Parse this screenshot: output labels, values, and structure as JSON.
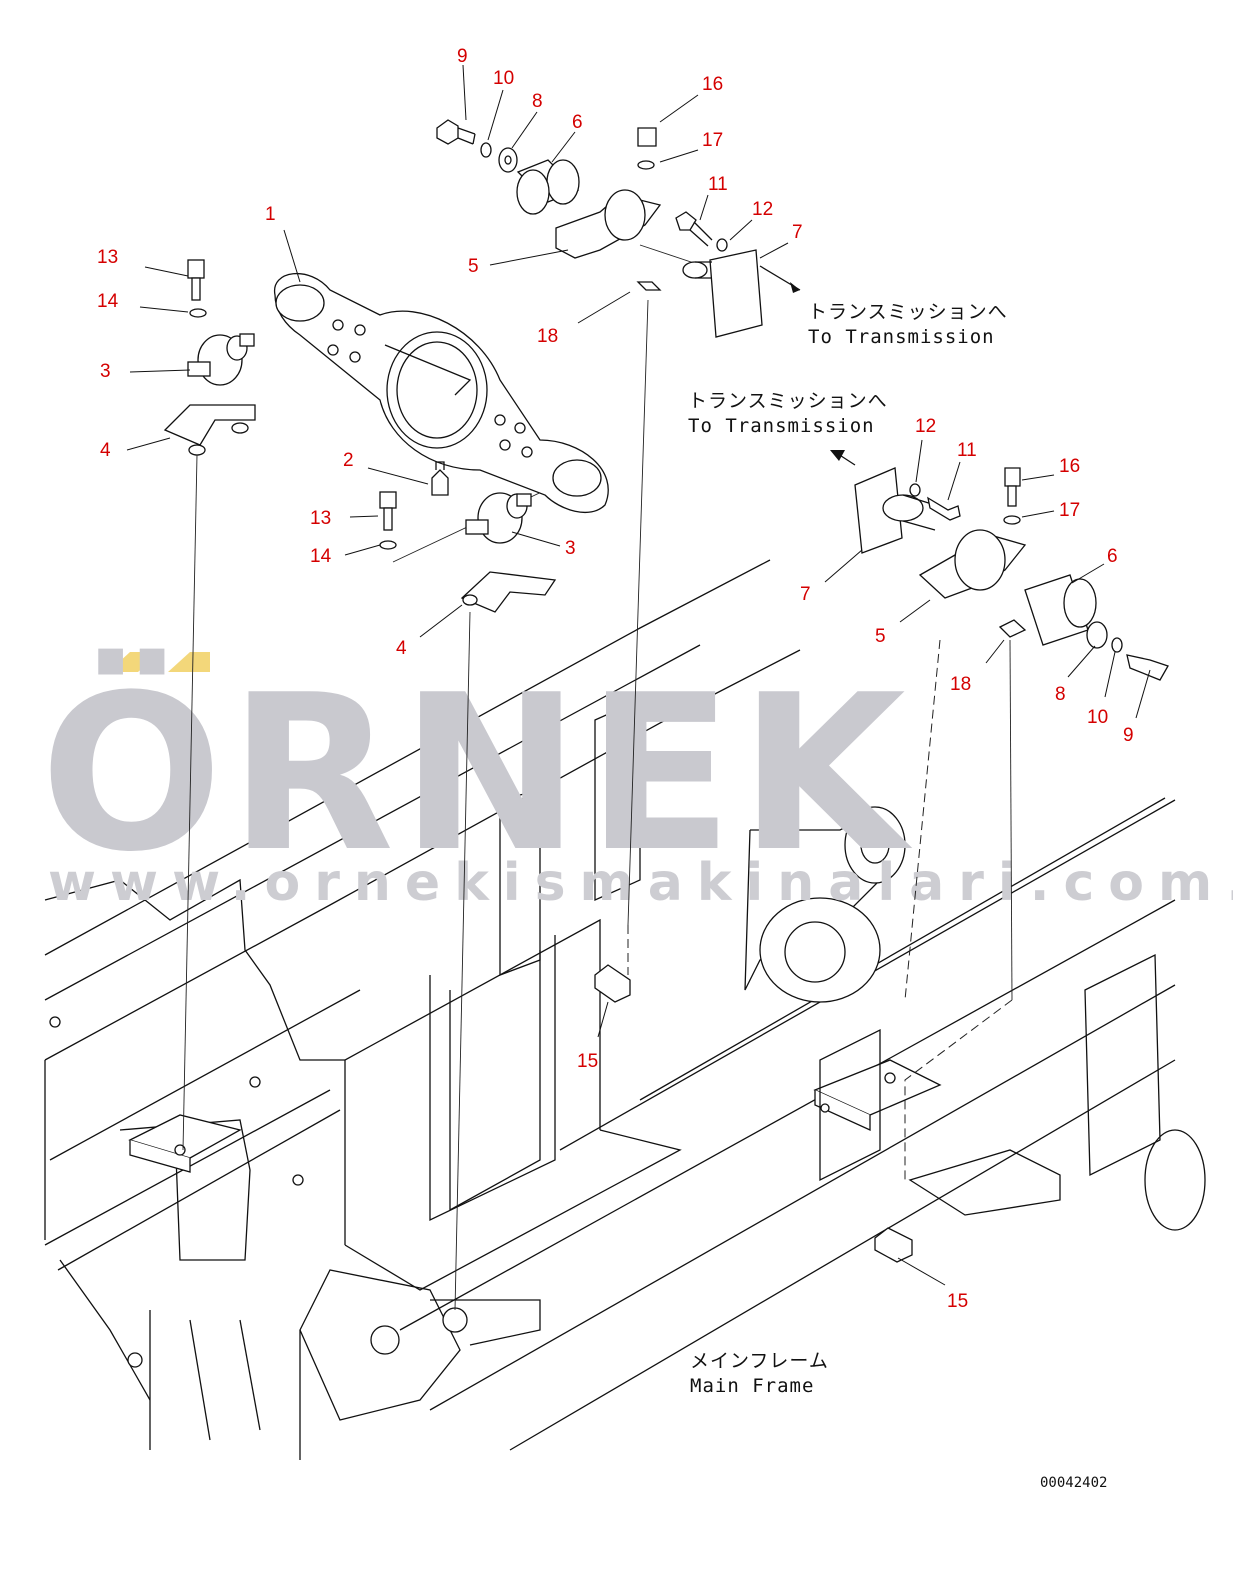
{
  "diagram": {
    "callouts": [
      {
        "id": "c9a",
        "text": "9"
      },
      {
        "id": "c10a",
        "text": "10"
      },
      {
        "id": "c8a",
        "text": "8"
      },
      {
        "id": "c6a",
        "text": "6"
      },
      {
        "id": "c16a",
        "text": "16"
      },
      {
        "id": "c17a",
        "text": "17"
      },
      {
        "id": "c11a",
        "text": "11"
      },
      {
        "id": "c12a",
        "text": "12"
      },
      {
        "id": "c7a",
        "text": "7"
      },
      {
        "id": "c5a",
        "text": "5"
      },
      {
        "id": "c18a",
        "text": "18"
      },
      {
        "id": "c1",
        "text": "1"
      },
      {
        "id": "c13a",
        "text": "13"
      },
      {
        "id": "c14a",
        "text": "14"
      },
      {
        "id": "c3a",
        "text": "3"
      },
      {
        "id": "c4a",
        "text": "4"
      },
      {
        "id": "c2",
        "text": "2"
      },
      {
        "id": "c13b",
        "text": "13"
      },
      {
        "id": "c14b",
        "text": "14"
      },
      {
        "id": "c3b",
        "text": "3"
      },
      {
        "id": "c4b",
        "text": "4"
      },
      {
        "id": "c12b",
        "text": "12"
      },
      {
        "id": "c11b",
        "text": "11"
      },
      {
        "id": "c16b",
        "text": "16"
      },
      {
        "id": "c17b",
        "text": "17"
      },
      {
        "id": "c6b",
        "text": "6"
      },
      {
        "id": "c7b",
        "text": "7"
      },
      {
        "id": "c5b",
        "text": "5"
      },
      {
        "id": "c18b",
        "text": "18"
      },
      {
        "id": "c8b",
        "text": "8"
      },
      {
        "id": "c10b",
        "text": "10"
      },
      {
        "id": "c9b",
        "text": "9"
      },
      {
        "id": "c15a",
        "text": "15"
      },
      {
        "id": "c15b",
        "text": "15"
      }
    ],
    "notes": {
      "transmission_jp": "トランスミッションへ",
      "transmission_en": "To Transmission",
      "main_frame_jp": "メインフレーム",
      "main_frame_en": "Main Frame"
    },
    "drawing_code": "00042402"
  },
  "watermark": {
    "brand": "ÖRNEK",
    "url": "www.ornekismakinalari.com.tr",
    "accent_color": "#f3d77a",
    "text_color": "#c9c9cf"
  },
  "colors": {
    "callout": "#d40000",
    "line": "#111111"
  }
}
